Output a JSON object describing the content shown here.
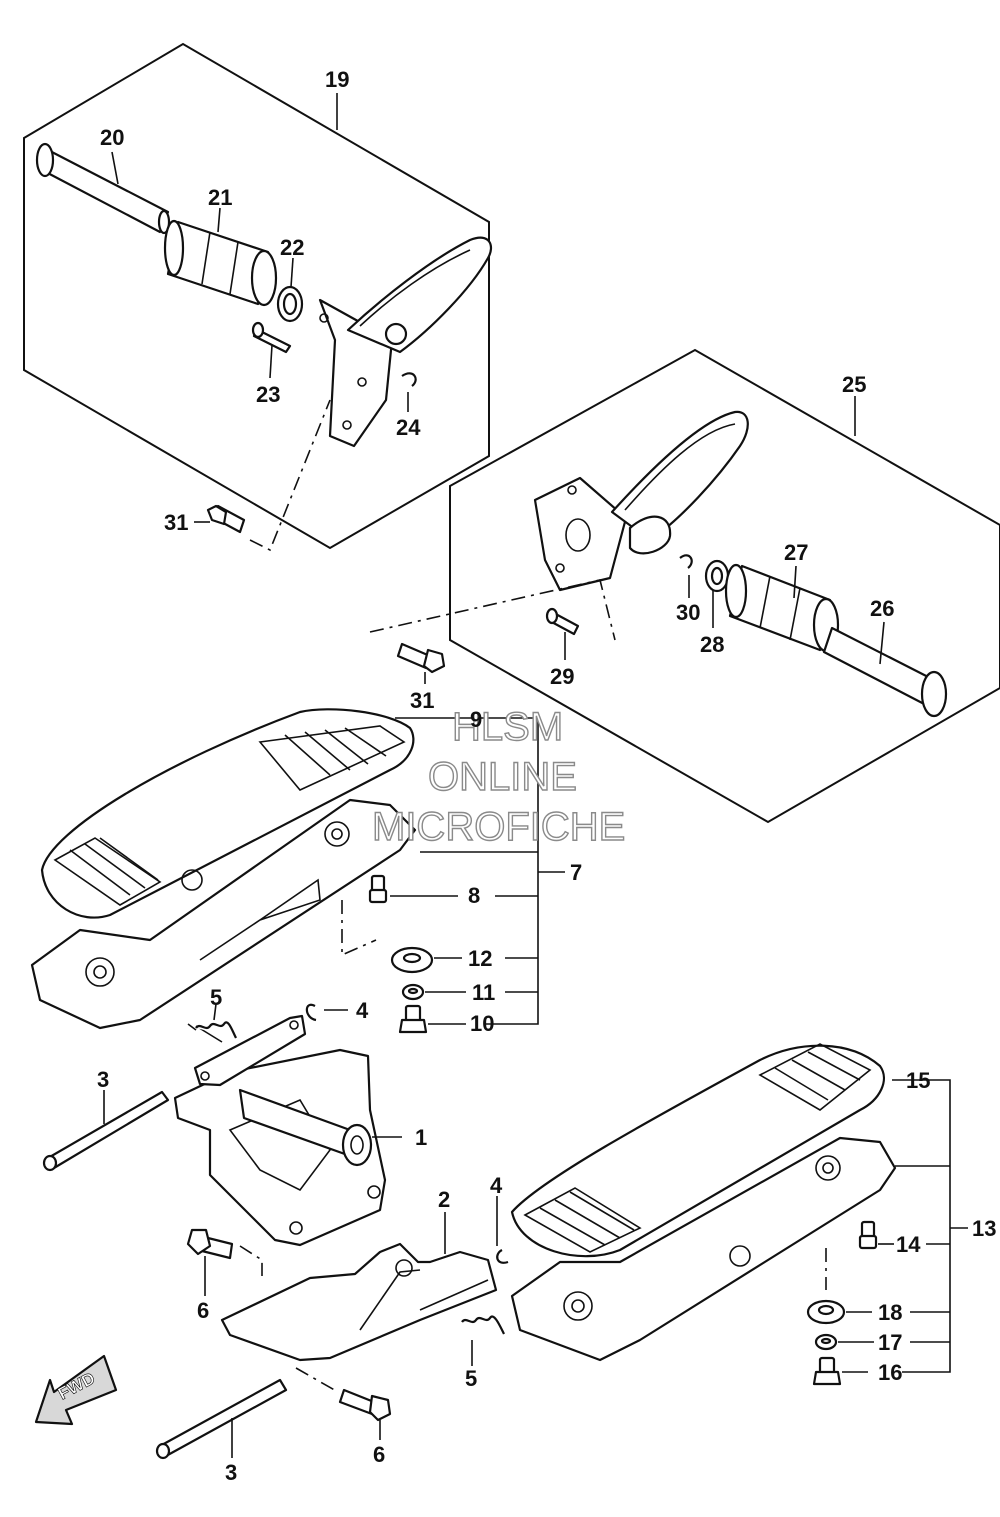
{
  "callouts": {
    "p1": "1",
    "p2": "2",
    "p3a": "3",
    "p3b": "3",
    "p4a": "4",
    "p4b": "4",
    "p5a": "5",
    "p5b": "5",
    "p6a": "6",
    "p6b": "6",
    "p7": "7",
    "p8": "8",
    "p9": "9",
    "p10": "10",
    "p11": "11",
    "p12": "12",
    "p13": "13",
    "p14": "14",
    "p15": "15",
    "p16": "16",
    "p17": "17",
    "p18": "18",
    "p19": "19",
    "p20": "20",
    "p21": "21",
    "p22": "22",
    "p23": "23",
    "p24": "24",
    "p25": "25",
    "p26": "26",
    "p27": "27",
    "p28": "28",
    "p29": "29",
    "p30": "30",
    "p31a": "31",
    "p31b": "31"
  },
  "watermark": {
    "line1": "HLSM",
    "line2": "ONLINE",
    "line3": "MICROFICHE"
  },
  "fwd_label": "FWD"
}
